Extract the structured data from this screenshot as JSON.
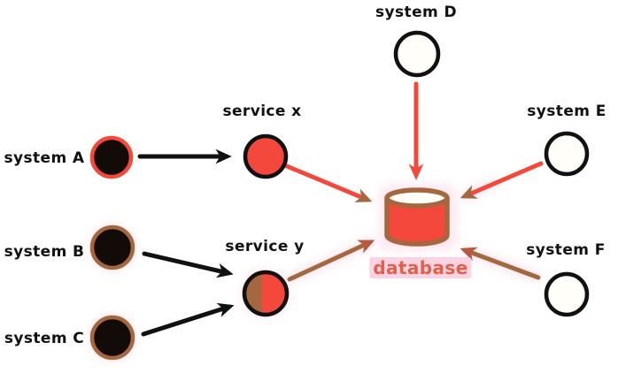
{
  "labels": {
    "system_a": "system A",
    "system_b": "system B",
    "system_c": "system C",
    "system_d": "system D",
    "system_e": "system E",
    "system_f": "system F",
    "service_x": "service x",
    "service_y": "service y",
    "database": "database"
  },
  "colors": {
    "red": "#f4483c",
    "brown": "#a5673f",
    "rust": "#b85740",
    "black": "#111111",
    "pink": "#fbd3e2",
    "dblabel": "#e2604a",
    "bg": "#ffffff",
    "darkfill": "#120b07"
  },
  "nodes": [
    {
      "id": "system A",
      "shape": "circle",
      "fill": "black",
      "stroke": "red"
    },
    {
      "id": "system B",
      "shape": "circle",
      "fill": "black",
      "stroke": "brown"
    },
    {
      "id": "system C",
      "shape": "circle",
      "fill": "black",
      "stroke": "brown"
    },
    {
      "id": "service x",
      "shape": "circle",
      "fill": "red",
      "stroke": "black"
    },
    {
      "id": "service y",
      "shape": "circle",
      "fill": "brown-red split",
      "stroke": "black"
    },
    {
      "id": "system D",
      "shape": "circle",
      "fill": "white",
      "stroke": "black"
    },
    {
      "id": "system E",
      "shape": "circle",
      "fill": "white",
      "stroke": "black"
    },
    {
      "id": "system F",
      "shape": "circle",
      "fill": "white",
      "stroke": "black"
    },
    {
      "id": "database",
      "shape": "cylinder",
      "fill": "red",
      "stroke": "brown"
    }
  ],
  "edges": [
    {
      "from": "system A",
      "to": "service x",
      "color": "black"
    },
    {
      "from": "system B",
      "to": "service y",
      "color": "black"
    },
    {
      "from": "system C",
      "to": "service y",
      "color": "black"
    },
    {
      "from": "service x",
      "to": "database",
      "color": "red",
      "head": "brown"
    },
    {
      "from": "service y",
      "to": "database",
      "color": "brown",
      "head": "rust"
    },
    {
      "from": "system D",
      "to": "database",
      "color": "red",
      "head": "red"
    },
    {
      "from": "system E",
      "to": "database",
      "color": "red",
      "head": "brown"
    },
    {
      "from": "system F",
      "to": "database",
      "color": "brown",
      "head": "rust"
    }
  ]
}
